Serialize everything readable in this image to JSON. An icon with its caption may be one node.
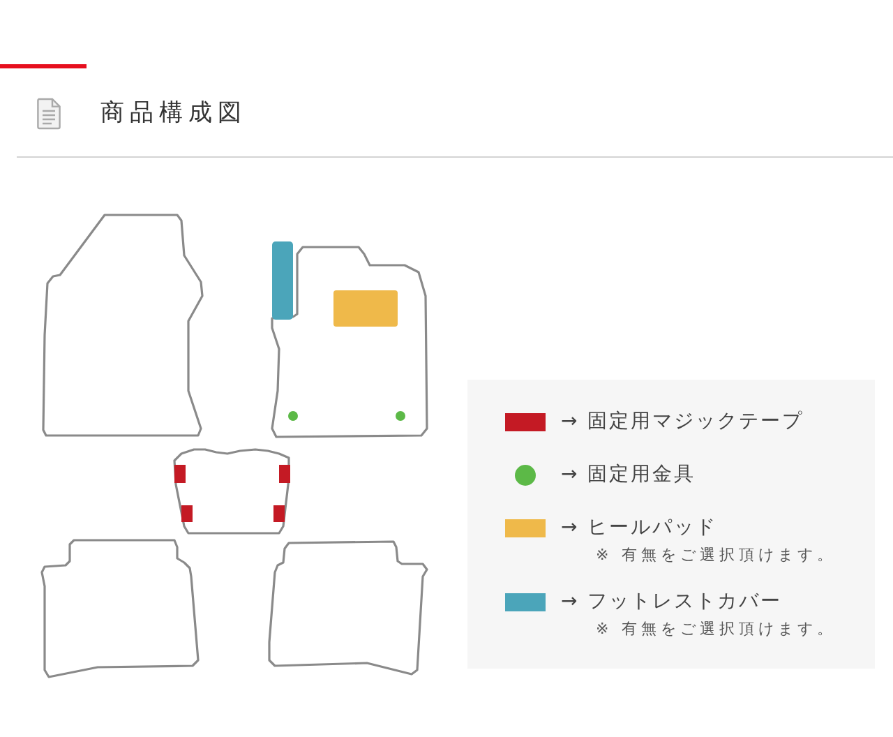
{
  "diagram": {
    "title": "商品構成図",
    "labels": [
      "※ 有無をご選択頂けます。",
      "※ 有無をご選択頂けます。"
    ],
    "legend": [
      {
        "text": "→ 固定用マジックテープ",
        "color": "#c41a24"
      },
      {
        "text": "→ 固定用金具",
        "color": "#5cb947"
      },
      {
        "text": "→ ヒールパッド",
        "color": "#efb94a"
      },
      {
        "text": "→ フットレストカバー",
        "color": "#4ba5ba"
      }
    ]
  }
}
